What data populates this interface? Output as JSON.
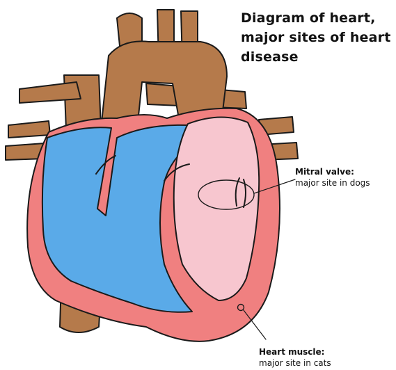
{
  "title": {
    "line1": "Diagram of heart,",
    "line2": "major sites of heart",
    "line3": "disease"
  },
  "callouts": {
    "mitral": {
      "label": "Mitral valve:",
      "detail": "major site in dogs"
    },
    "muscle": {
      "label": "Heart muscle:",
      "detail": "major site in cats"
    }
  },
  "colors": {
    "vessel": "#b57a4b",
    "wall": "#f08080",
    "right_chamber": "#5aaae8",
    "left_chamber": "#f7c6cf",
    "outline": "#1a1a1a"
  }
}
